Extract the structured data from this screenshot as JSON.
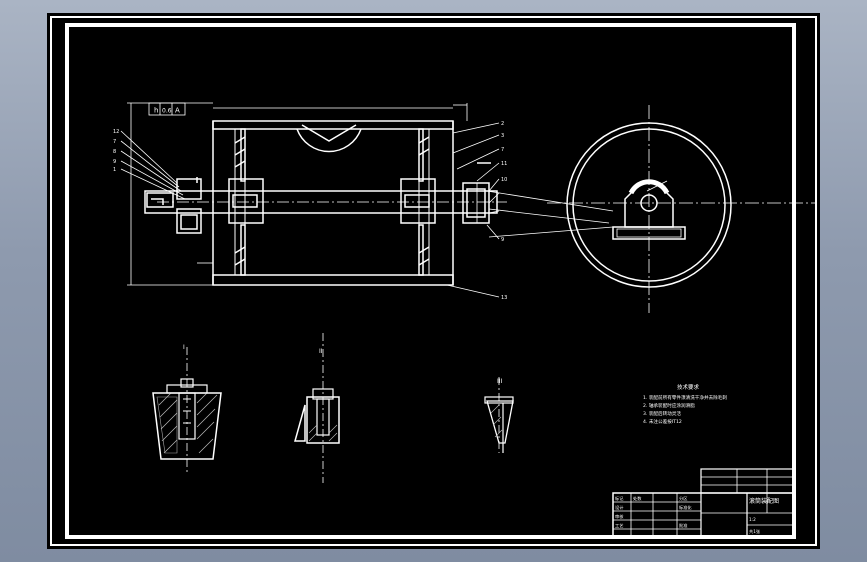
{
  "drawing": {
    "background": "#000000",
    "line_color": "#ffffff",
    "gray_color": "#9a9a9a"
  },
  "annotations": {
    "datum_box": [
      "h",
      "0.6",
      "A"
    ],
    "section_labels": [
      "I",
      "II",
      "III"
    ],
    "balloons_right": [
      "2",
      "3",
      "7",
      "11",
      "10",
      "9",
      "13"
    ],
    "balloons_left": [
      "12",
      "7",
      "8",
      "9",
      "1"
    ],
    "notes_title": "技术要求",
    "notes": [
      "1. 装配前所有零件须清洗干净并去除毛刺",
      "2. 轴承装配时应涂润滑脂",
      "3. 装配后转动灵活",
      "4. 未注公差按IT12"
    ]
  },
  "title_block": {
    "left_rows": [
      [
        "标记",
        "处数",
        "分区"
      ],
      [
        "设计",
        "",
        "标准化"
      ],
      [
        "审核",
        "",
        ""
      ],
      [
        "工艺",
        "",
        "批准"
      ]
    ],
    "name": "滚筒装配图",
    "scale": "1:2",
    "sheet": "共1张"
  }
}
